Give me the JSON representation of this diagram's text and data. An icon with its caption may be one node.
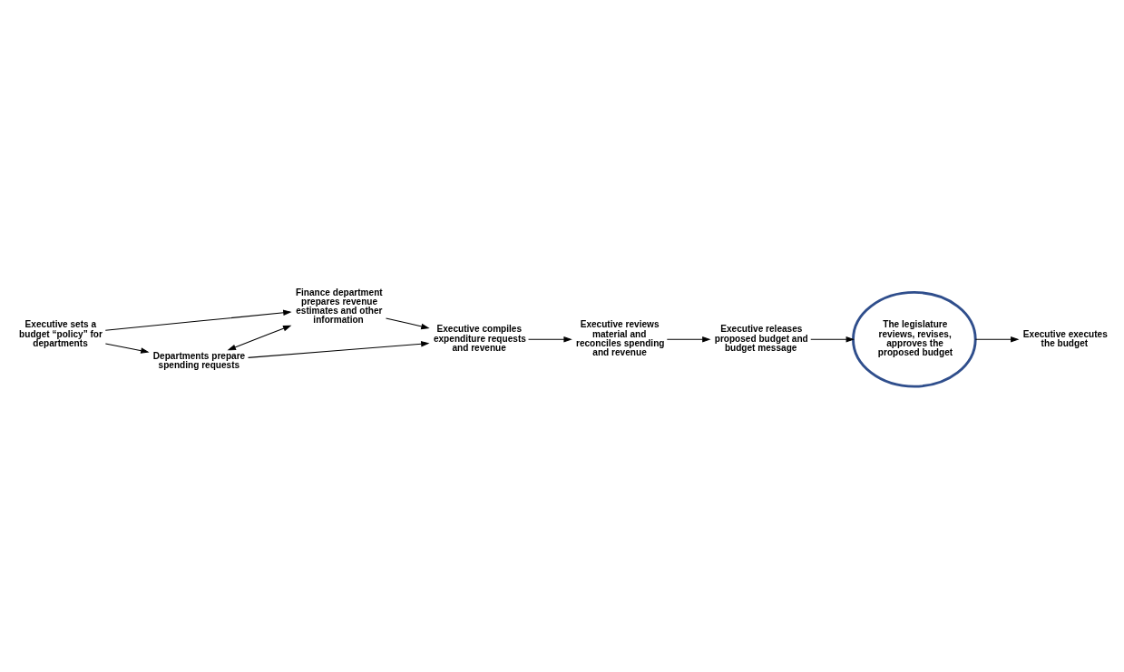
{
  "diagram": {
    "nodes": [
      {
        "text": [
          "Executive sets a budget “policy” for departments"
        ]
      },
      {
        "text": [
          "Departments prepare spending requests"
        ]
      },
      {
        "text": [
          "Finance department prepares revenue estimates and other information"
        ]
      },
      {
        "text": [
          "Executive compiles expenditure requests and revenue"
        ]
      },
      {
        "text": [
          "Executive reviews material and reconciles spending and revenue"
        ]
      },
      {
        "text": [
          "Executive releases proposed budget and budget message"
        ]
      },
      {
        "text": [
          "The legislature reviews, revises, approves the proposed budget"
        ]
      },
      {
        "text": [
          "Executive executes the budget"
        ]
      }
    ],
    "edges": [
      {
        "from": 0,
        "to": 1,
        "arrow": "to"
      },
      {
        "from": 0,
        "to": 2,
        "arrow": "to"
      },
      {
        "from": 1,
        "to": 2,
        "arrow": "both"
      },
      {
        "from": 1,
        "to": 3,
        "arrow": "to"
      },
      {
        "from": 2,
        "to": 3,
        "arrow": "to"
      },
      {
        "from": 3,
        "to": 4,
        "arrow": "to"
      },
      {
        "from": 4,
        "to": 5,
        "arrow": "to"
      },
      {
        "from": 5,
        "to": 6,
        "arrow": "to"
      },
      {
        "from": 6,
        "to": 7,
        "arrow": "to"
      }
    ]
  }
}
